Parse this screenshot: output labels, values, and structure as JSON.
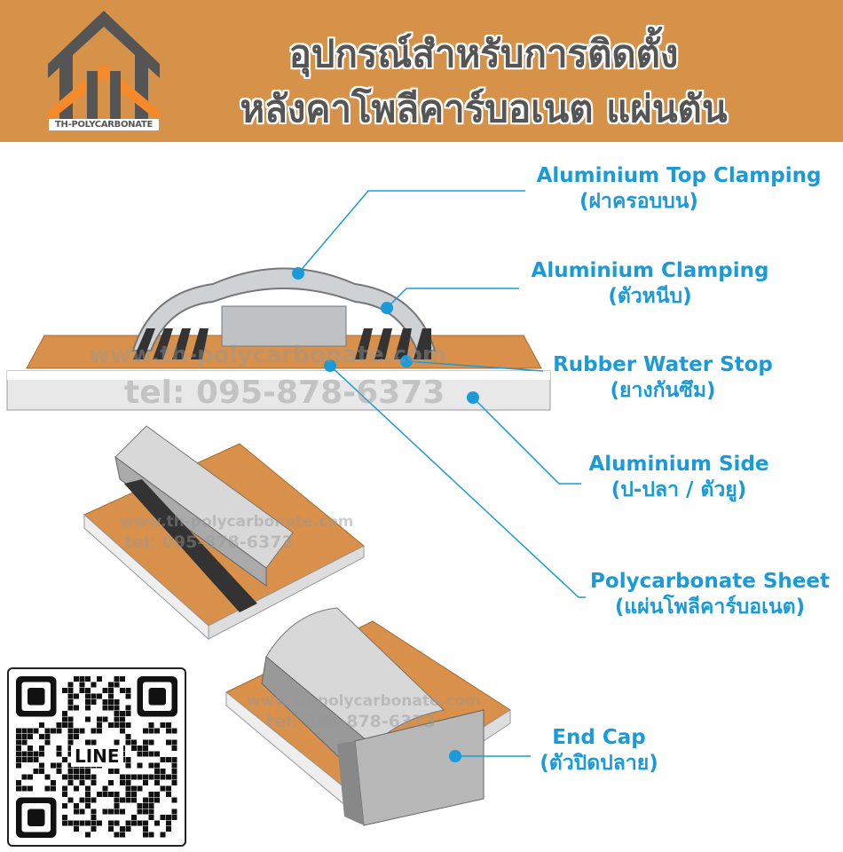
{
  "header": {
    "logo_text": "TH-POLYCARBONATE",
    "title_line1": "อุปกรณ์สำหรับการติดตั้ง",
    "title_line2": "หลังคาโพลีคาร์บอเนต แผ่นตัน"
  },
  "labels": [
    {
      "en": "Aluminium Top Clamping",
      "th": "(ฝาครอบบน)"
    },
    {
      "en": "Aluminium Clamping",
      "th": "(ตัวหนีบ)"
    },
    {
      "en": "Rubber Water Stop",
      "th": "(ยางกันซึม)"
    },
    {
      "en": "Aluminium Side",
      "th": "(ป-ปลา / ตัวยู)"
    },
    {
      "en": "Polycarbonate Sheet",
      "th": "(แผ่นโพลีคาร์บอเนต)"
    },
    {
      "en": "End Cap",
      "th": "(ตัวปิดปลาย)"
    }
  ],
  "watermark": {
    "url": "www.th-polycarbonate.com",
    "tel": "tel: 095-878-6373"
  },
  "qr": {
    "label": "LINE"
  },
  "colors": {
    "header": "#d59248",
    "accent": "#1a9ad8",
    "sheet": "#d9904a",
    "title": "#555555"
  }
}
